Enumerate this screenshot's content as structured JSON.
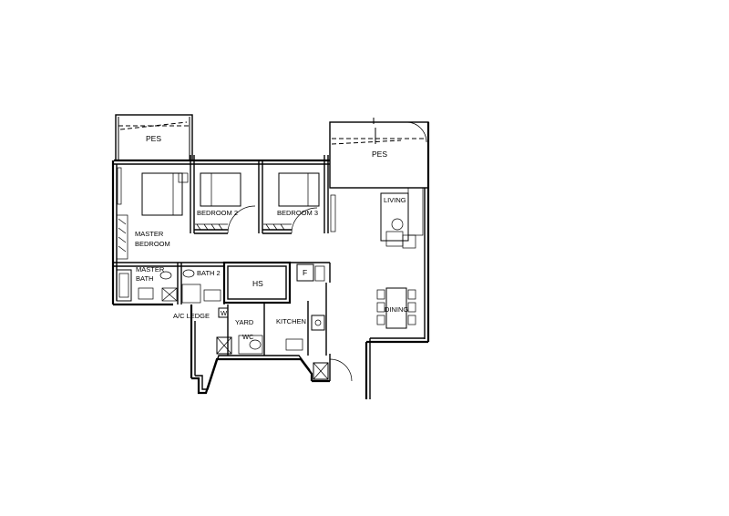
{
  "labels": {
    "pes_left": "PES",
    "pes_right": "PES",
    "bedroom_2": "BEDROOM 2",
    "bedroom_3": "BEDROOM 3",
    "living": "LIVING",
    "master_bedroom_l1": "MASTER",
    "master_bedroom_l2": "BEDROOM",
    "master_bath_l1": "MASTER",
    "master_bath_l2": "BATH",
    "bath_2": "BATH 2",
    "hs": "HS",
    "fridge": "F",
    "dining": "DINING",
    "ac_ledge": "A/C LEDGE",
    "washer": "W",
    "yard": "YARD",
    "kitchen": "KITCHEN",
    "wc": "WC"
  }
}
